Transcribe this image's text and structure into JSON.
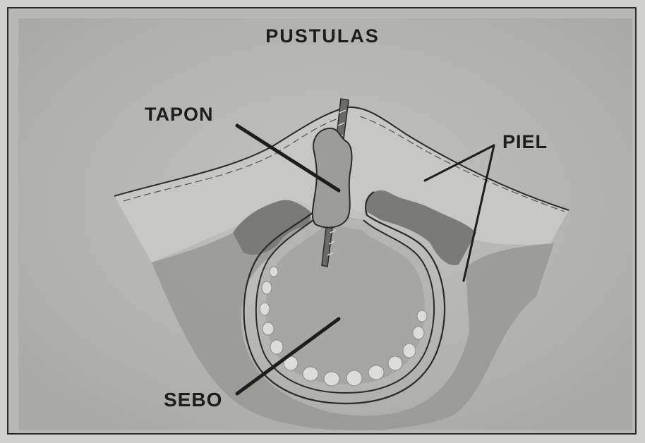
{
  "diagram": {
    "title": "PUSTULAS",
    "labels": {
      "tapon": "TAPON",
      "piel": "PIEL",
      "sebo": "SEBO"
    }
  },
  "colors": {
    "background": "#b8b8b6",
    "skin": "#c3c3c0",
    "shadow": "#8f8f8d",
    "dark_tissue": "#6e6e6c",
    "ink": "#1d1d1d"
  }
}
